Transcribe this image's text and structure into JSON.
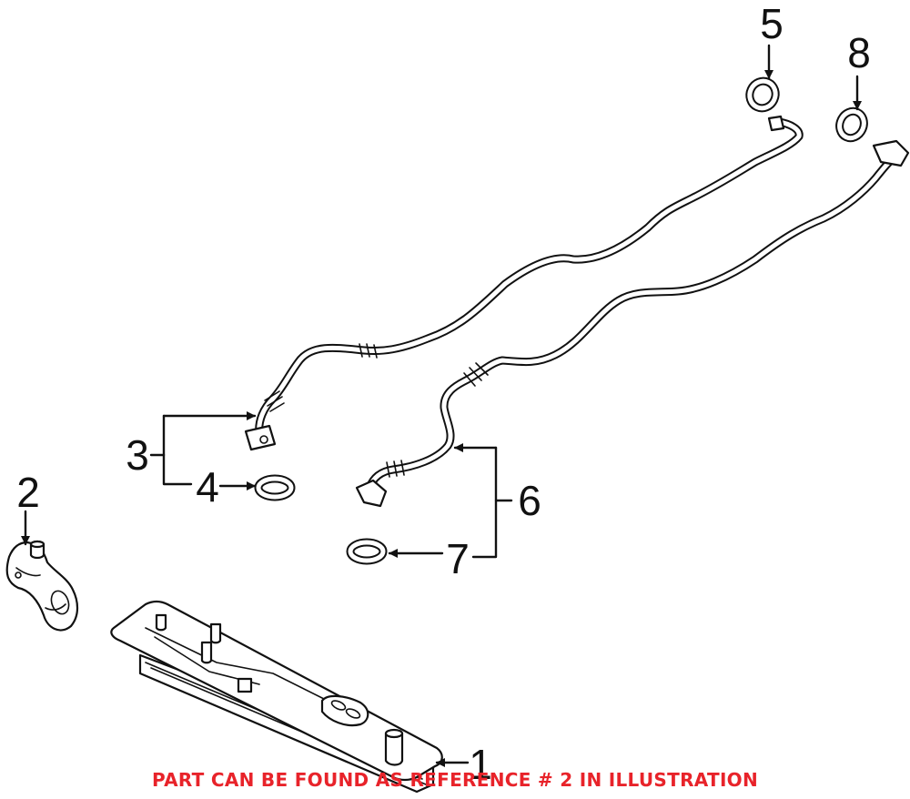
{
  "callouts": {
    "c1": "1",
    "c2": "2",
    "c3": "3",
    "c4": "4",
    "c5": "5",
    "c6": "6",
    "c7": "7",
    "c8": "8"
  },
  "caption": "PART CAN BE FOUND AS REFERENCE # 2 IN ILLUSTRATION",
  "colors": {
    "caption": "#e8232a",
    "line": "#111111"
  }
}
